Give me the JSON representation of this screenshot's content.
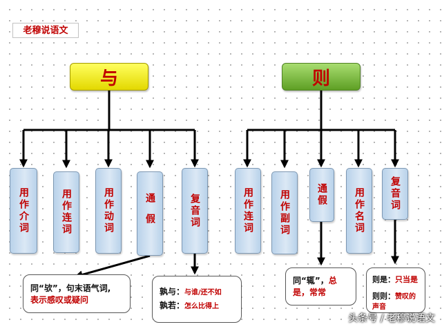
{
  "brand": "老穆说语文",
  "heads": {
    "yu": "与",
    "ze": "则"
  },
  "yu_boxes": [
    "用作介词",
    "用作连词",
    "用作动词",
    "通假",
    "复音词"
  ],
  "ze_boxes": [
    "用作连词",
    "用作副词",
    "通假",
    "用作名词",
    "复音词"
  ],
  "notes": {
    "yu_tongjia_part1": "同“欤”，句末语气词,",
    "yu_tongjia_part2": "表示感叹或疑问",
    "yu_fuyin_1_label": "孰与：",
    "yu_fuyin_1_value": "与谁/还不如",
    "yu_fuyin_2_label": "孰若：",
    "yu_fuyin_2_value": "怎么比得上",
    "ze_tongjia_part1": "同“辄”，",
    "ze_tongjia_part2": "总是，常常",
    "ze_fuyin_1_label": "则是：",
    "ze_fuyin_1_value": "只当是",
    "ze_fuyin_2_label": "则则：",
    "ze_fuyin_2_value": "赞叹的声音"
  },
  "watermark": "头条号 / 老穆说语文",
  "colors": {
    "accent_red": "#c00000",
    "yellow": "#f2e600",
    "green": "#7dbf3c",
    "box_blue": "#c9dcef"
  }
}
